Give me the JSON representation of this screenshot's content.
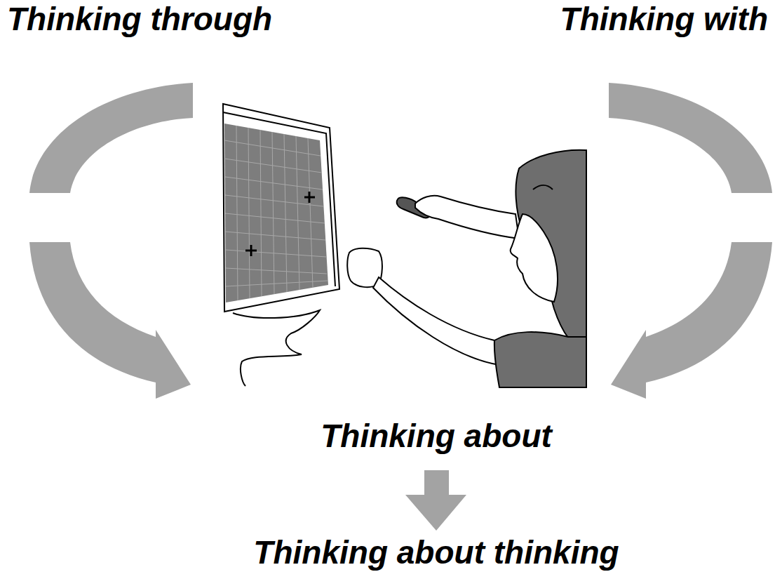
{
  "diagram": {
    "labels": [
      "Thinking through",
      "Thinking with",
      "Thinking about",
      "Thinking about thinking"
    ]
  }
}
